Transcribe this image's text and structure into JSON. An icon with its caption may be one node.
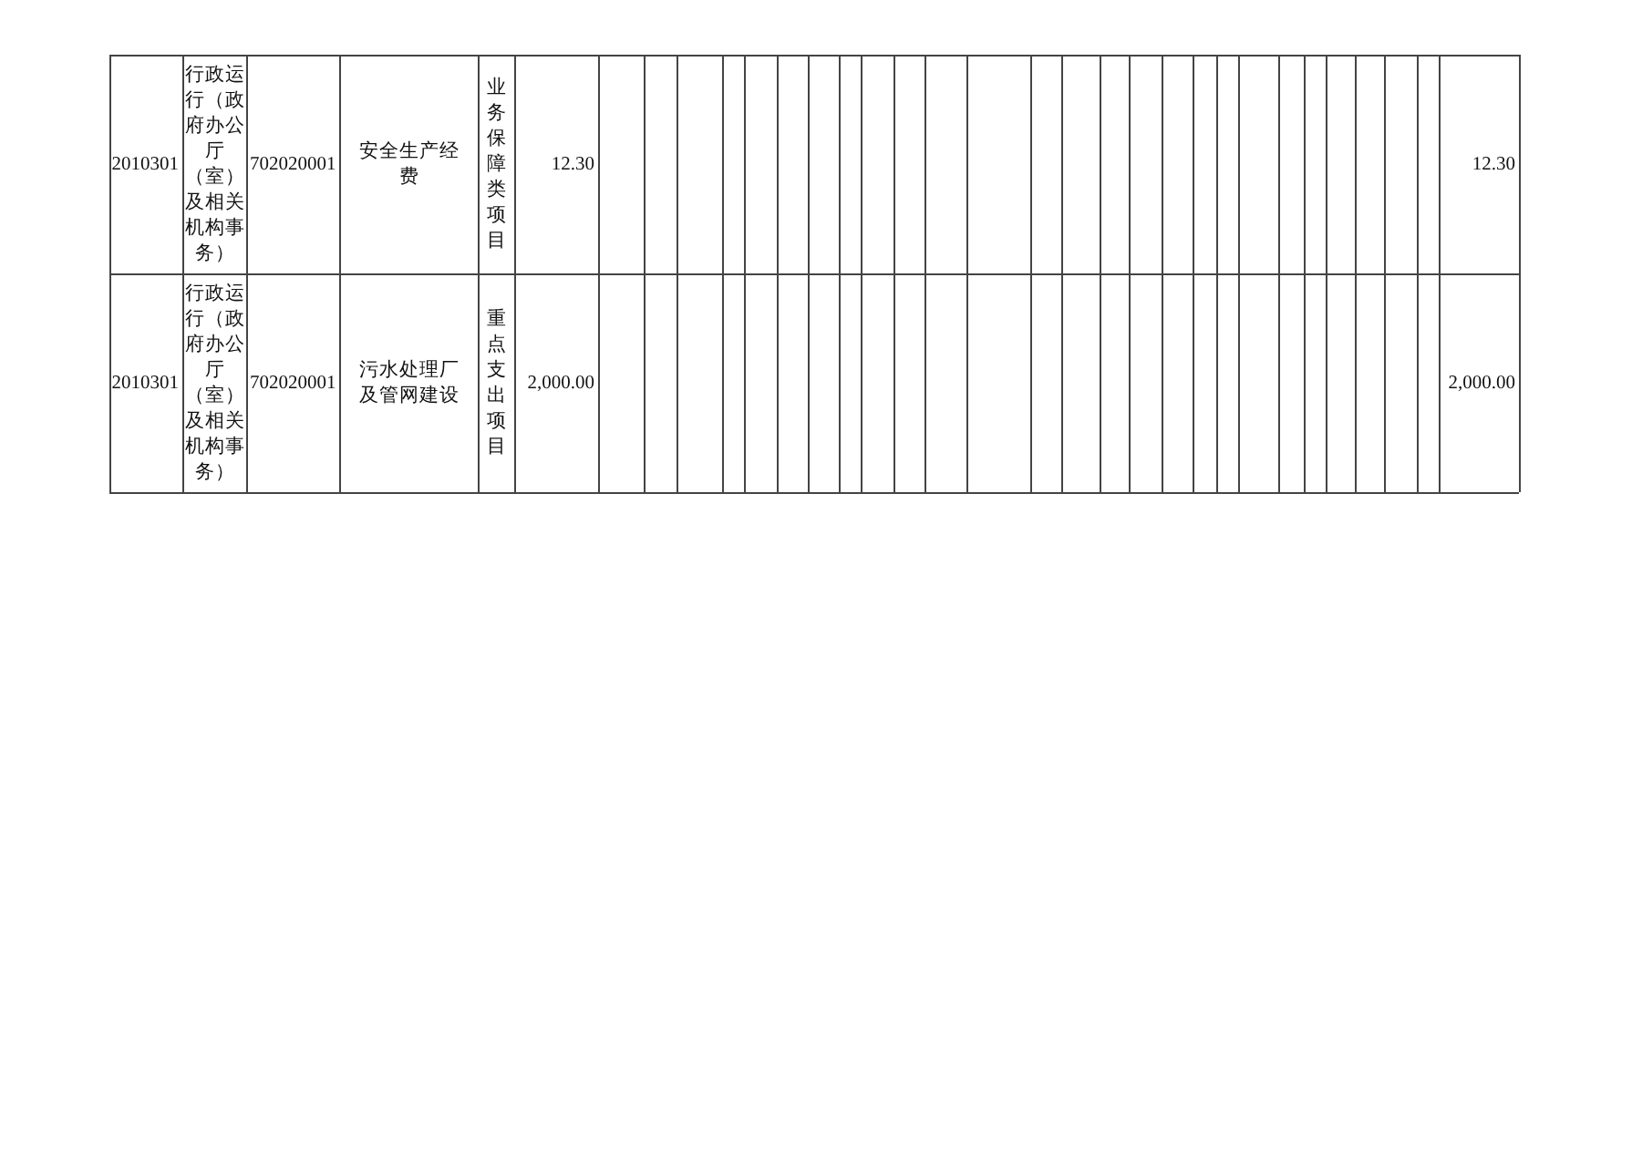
{
  "diagram": {
    "labels": [
      "2010301",
      "行政运行（政府办公厅（室）及相关机构事务）",
      "702020001",
      "安全生产经费",
      "业务保障类项目",
      "12.30",
      "12.30",
      "2010301",
      "行政运行（政府办公厅（室）及相关机构事务）",
      "702020001",
      "污水处理厂及管网建设",
      "重点支出项目",
      "2,000.00",
      "2,000.00"
    ]
  }
}
